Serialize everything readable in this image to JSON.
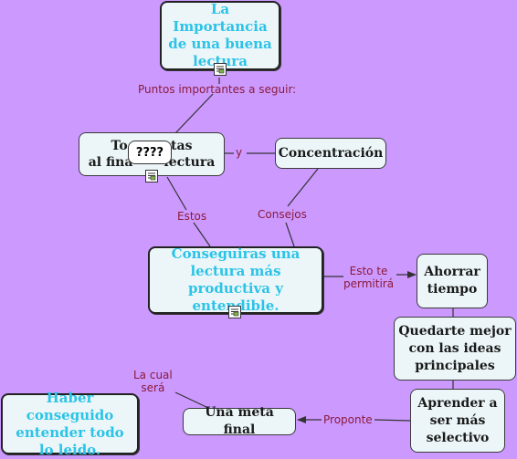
{
  "nodes": {
    "importancia": "La Importancia de una buena lectura",
    "tomar_notas": "Tomar notas al final de la lectura",
    "concentracion": "Concentración",
    "conseguiras": "Conseguiras una lectura más productiva y entendible.",
    "ahorrar": "Ahorrar tiempo",
    "quedarte": "Quedarte mejor con las ideas principales",
    "aprender": "Aprender a ser más selectivo",
    "meta": "Una meta final",
    "haber": "Haber conseguido entender todo lo leido."
  },
  "tomar_notas_visible": {
    "line1a": "To",
    "line1b": "otas",
    "line2a": "al fina",
    "line2b": "lectura"
  },
  "labels": {
    "puntos": "Puntos importantes a seguir:",
    "y": "y",
    "estos": "Estos",
    "consejos": "Consejos",
    "esto_te": "Esto te\npermitirá",
    "proponte": "Proponte",
    "la_cual": "La cual\nserá"
  },
  "tooltip": "????",
  "colors": {
    "background": "#cc99ff",
    "node_fill": "#ecf6f8",
    "highlight_text": "#2cc3e8",
    "link_label": "#8b1a3a",
    "line": "#333333"
  }
}
